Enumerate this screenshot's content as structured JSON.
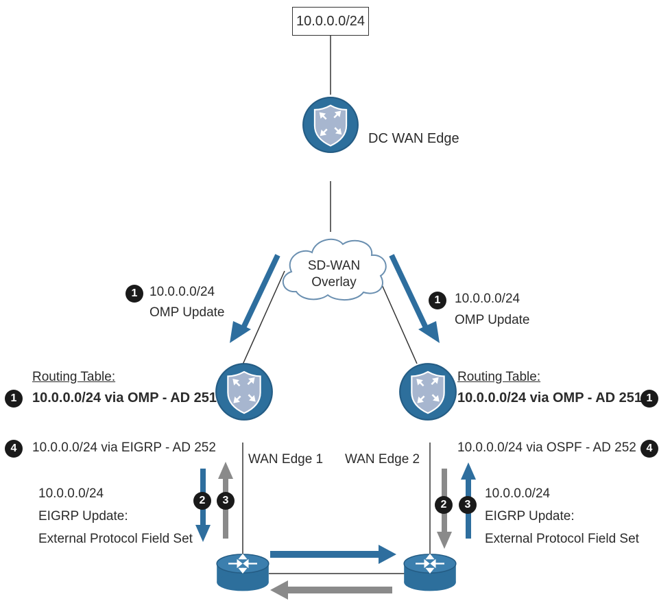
{
  "prefix_box": "10.0.0.0/24",
  "dc_edge": {
    "label": "DC WAN Edge"
  },
  "overlay": {
    "line1": "SD-WAN",
    "line2": "Overlay"
  },
  "left": {
    "omp_badge": "1",
    "omp_prefix": "10.0.0.0/24",
    "omp_label": "OMP Update",
    "routing_title": "Routing Table:",
    "rt_badge_1": "1",
    "rt_entry_1": "10.0.0.0/24 via OMP - AD 251",
    "rt_badge_4": "4",
    "rt_entry_4": "10.0.0.0/24 via EIGRP - AD 252",
    "edge_label": "WAN Edge 1",
    "eigrp_prefix": "10.0.0.0/24",
    "eigrp_label": "EIGRP Update:",
    "eigrp_field": "External Protocol Field Set",
    "step2": "2",
    "step3": "3"
  },
  "right": {
    "omp_badge": "1",
    "omp_prefix": "10.0.0.0/24",
    "omp_label": "OMP Update",
    "routing_title": "Routing Table:",
    "rt_badge_1": "1",
    "rt_entry_1": "10.0.0.0/24 via OMP - AD 251",
    "rt_badge_4": "4",
    "rt_entry_4": "10.0.0.0/24 via OSPF - AD 252",
    "edge_label": "WAN Edge 2",
    "eigrp_prefix": "10.0.0.0/24",
    "eigrp_label": "EIGRP Update:",
    "eigrp_field": "External Protocol Field Set",
    "step2": "2",
    "step3": "3"
  },
  "colors": {
    "blue_arrow": "#2e6e9e",
    "gray_arrow": "#8a8a8a",
    "device_fill": "#2d6f9c",
    "shield_fill": "#a7b6cf",
    "cloud_stroke": "#6a8fb0"
  },
  "icons": {
    "dc_edge": "wan-edge-shield-icon",
    "wan_edge_1": "wan-edge-shield-icon",
    "wan_edge_2": "wan-edge-shield-icon",
    "router_1": "router-icon",
    "router_2": "router-icon",
    "overlay": "cloud-icon"
  }
}
